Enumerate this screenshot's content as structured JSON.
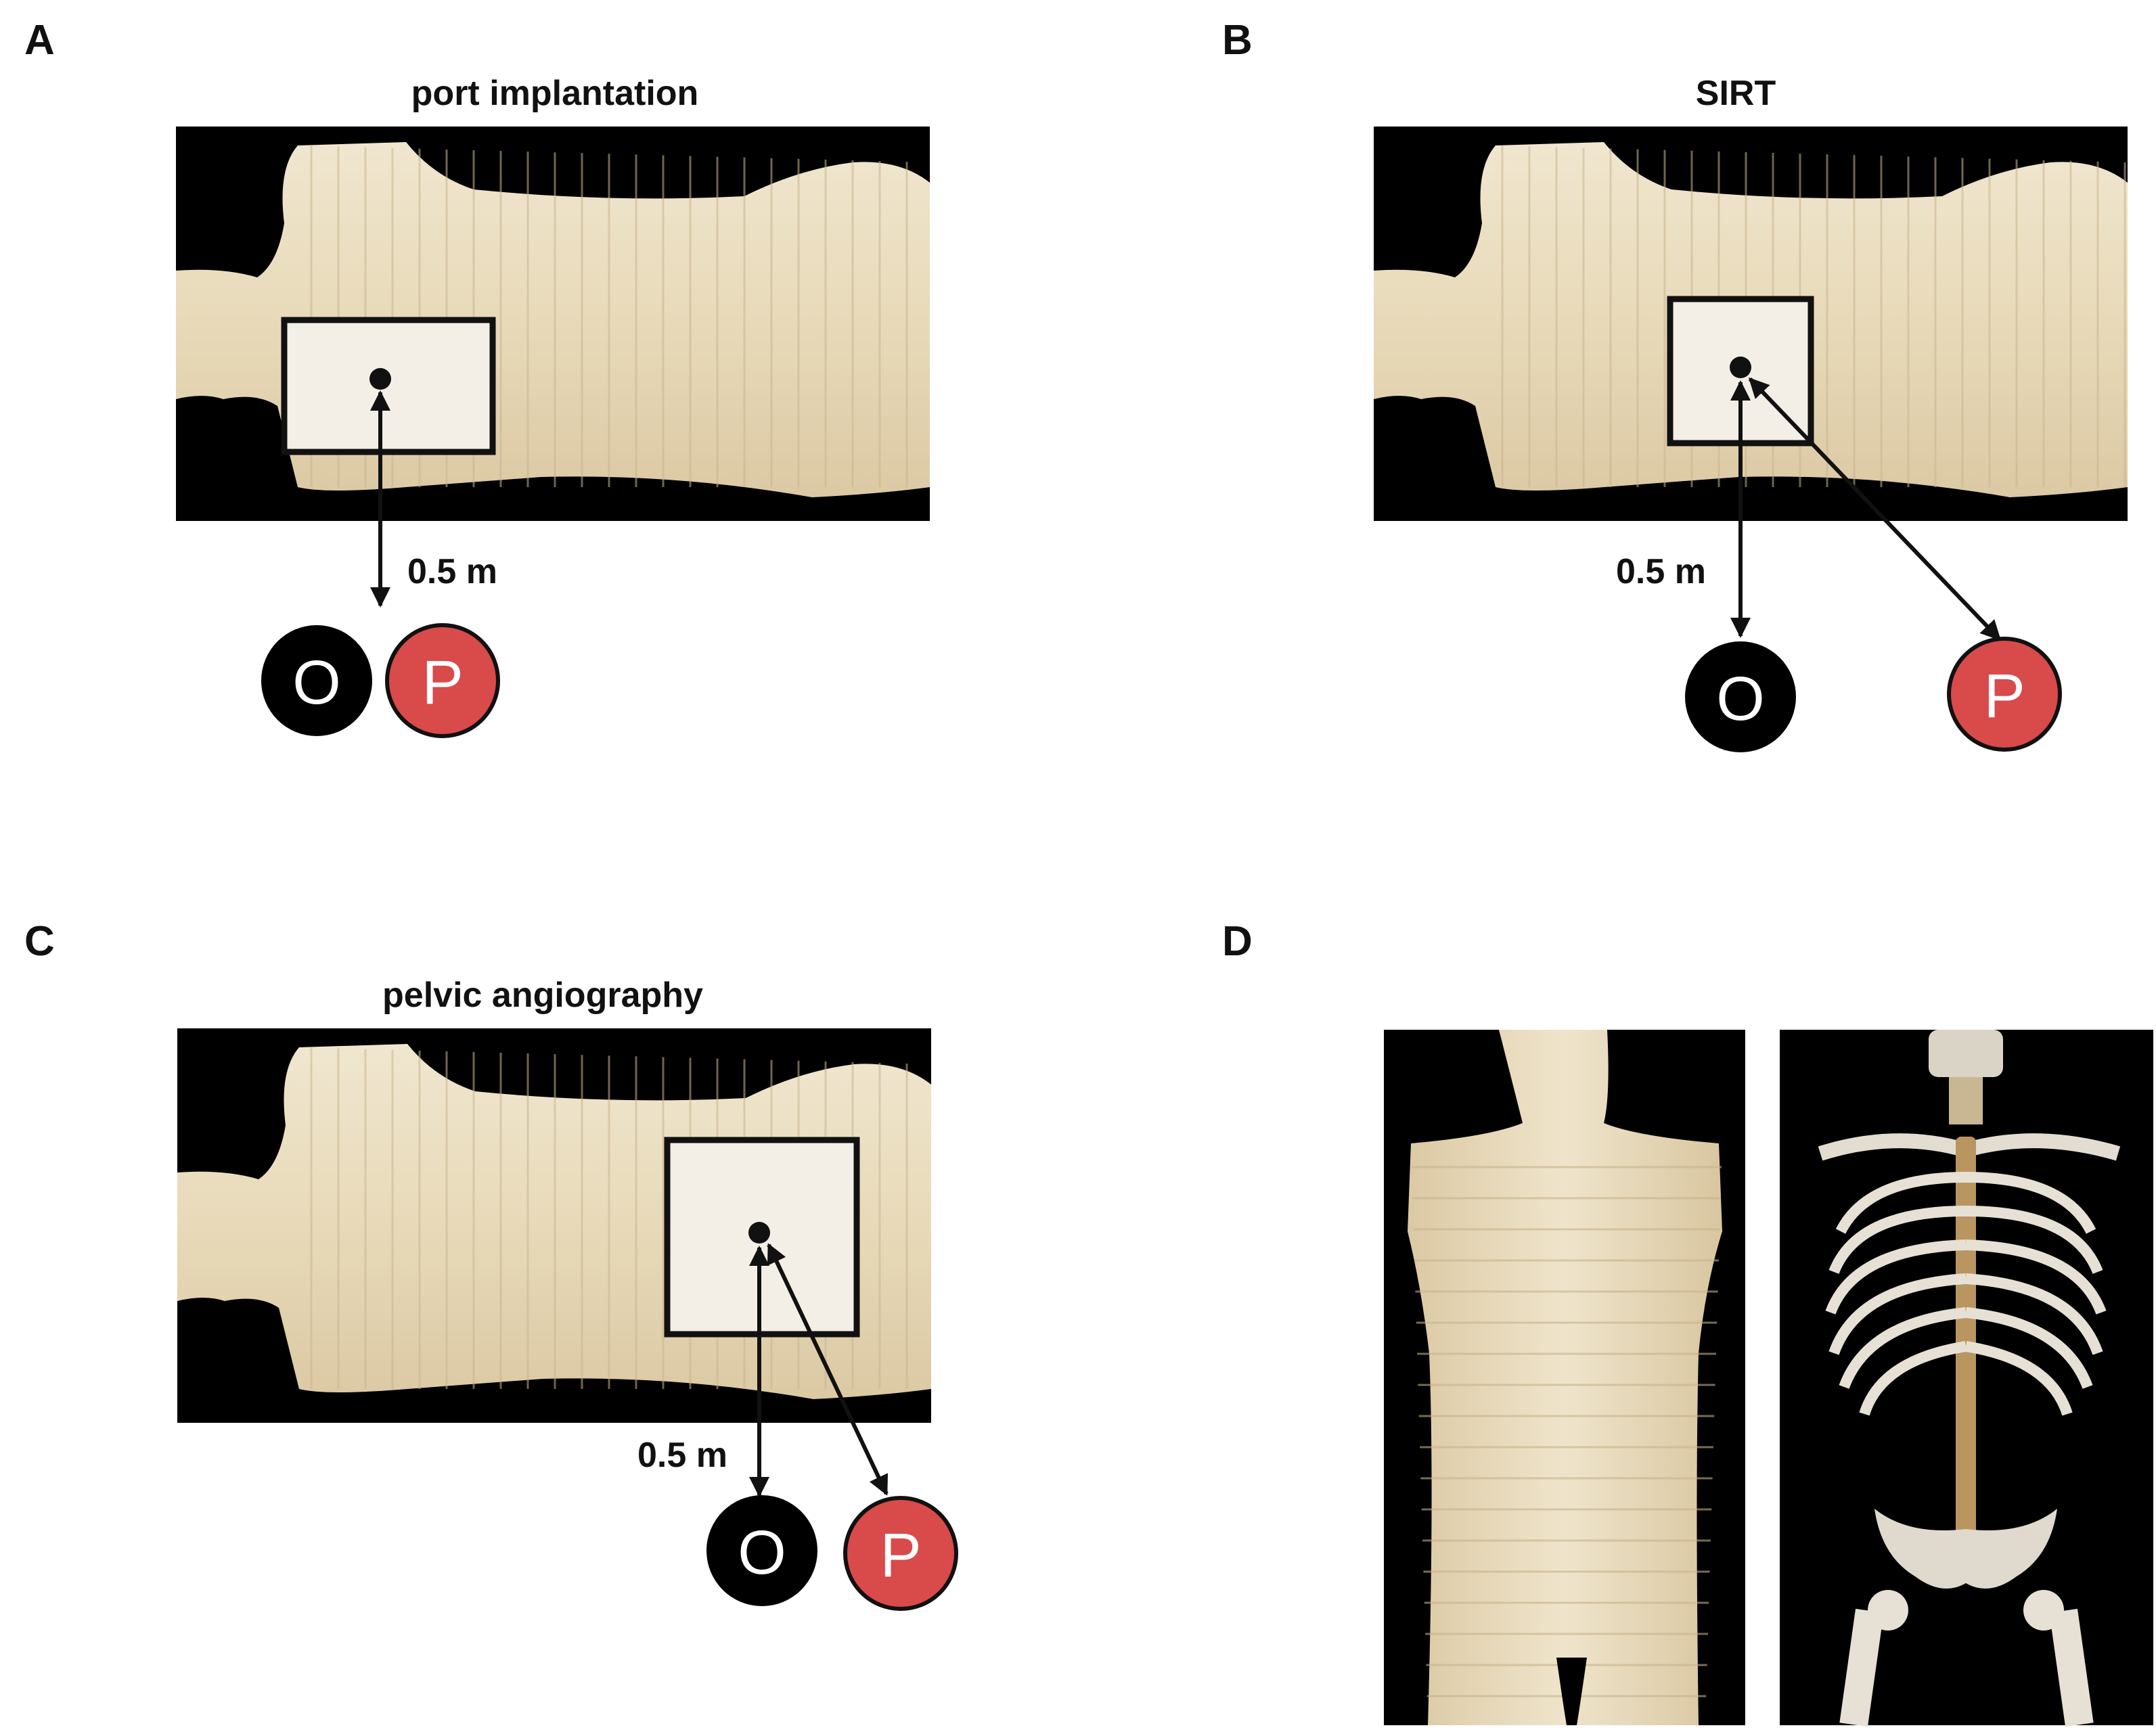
{
  "panels": {
    "A": {
      "label": "A",
      "title": "port implantation",
      "distance": "0.5 m",
      "operator": "O",
      "patient": "P"
    },
    "B": {
      "label": "B",
      "title": "SIRT",
      "distance": "0.5 m",
      "operator": "O",
      "patient": "P"
    },
    "C": {
      "label": "C",
      "title": "pelvic angiography",
      "distance": "0.5 m",
      "operator": "O",
      "patient": "P"
    },
    "D": {
      "label": "D"
    }
  },
  "colors": {
    "background_photo": "#000000",
    "phantom_skin": "#e9dcc0",
    "operator_badge": "#000000",
    "patient_badge": "#d94a4a",
    "field_fill": "#f3eee6"
  },
  "icons": {
    "operator": "operator-circle",
    "patient": "patient-circle",
    "measurement_point": "measurement-dot"
  }
}
